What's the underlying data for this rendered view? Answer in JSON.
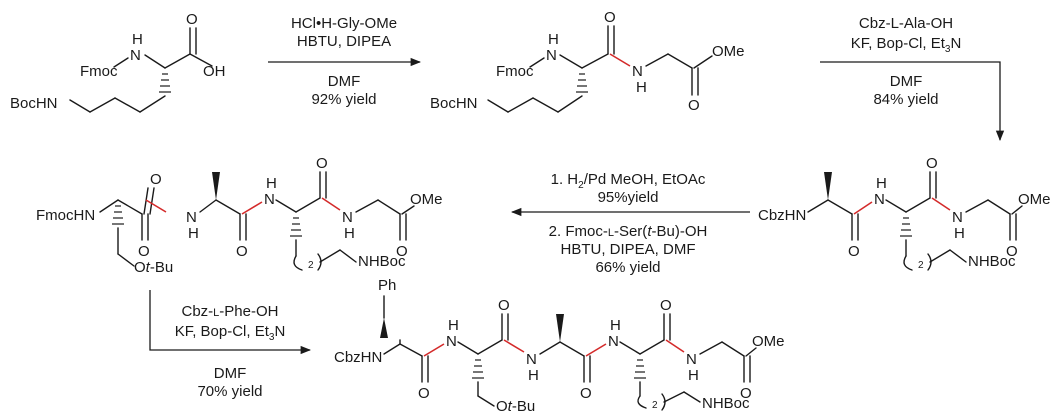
{
  "colors": {
    "ink": "#1a1a1a",
    "peptide_bond": "#d42a2a",
    "background": "#ffffff"
  },
  "step1": {
    "reagent": "HCl•H-Gly-OMe",
    "coupling": "HBTU, DIPEA",
    "solvent": "DMF",
    "yield": "92% yield"
  },
  "step2": {
    "reagent": "Cbz-L-Ala-OH",
    "coupling_main": "KF, Bop-Cl, Et",
    "coupling_sub": "3",
    "coupling_tail": "N",
    "solvent": "DMF",
    "yield": "84% yield"
  },
  "step3": {
    "line1_prefix": "1.  H",
    "line1_sub": "2",
    "line1_suffix": "/Pd MeOH, EtOAc",
    "line1_yield": "95%yield",
    "line2_a": "2.  Fmoc-",
    "line2_l": "L",
    "line2_b": "-Ser(",
    "line2_t": "t",
    "line2_c": "-Bu)-OH",
    "line2_coupling": "HBTU, DIPEA, DMF",
    "line2_yield": "66% yield"
  },
  "step4": {
    "reagent_a": "Cbz-",
    "reagent_l": "L",
    "reagent_b": "-Phe-OH",
    "coupling_main": "KF, Bop-Cl, Et",
    "coupling_sub": "3",
    "coupling_tail": "N",
    "solvent": "DMF",
    "yield": "70% yield"
  },
  "atoms": {
    "fmoc": "Fmoc",
    "n": "N",
    "h": "H",
    "o": "O",
    "oh": "OH",
    "ome": "OMe",
    "bochn": "BocHN",
    "nhboc": "NHBoc",
    "cbzhn": "CbzHN",
    "fmochn": "FmocHN",
    "ph": "Ph",
    "o_tbu_o": "O",
    "o_tbu_t": "t",
    "o_tbu_rest": "-Bu",
    "repeat_2": "2"
  }
}
